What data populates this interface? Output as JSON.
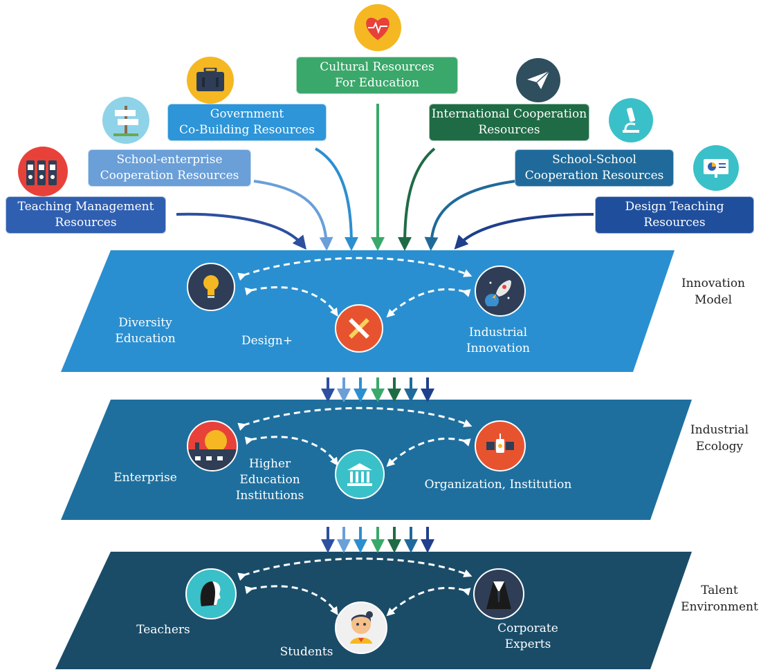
{
  "resources": {
    "teaching_management": [
      "Teaching Management",
      "Resources"
    ],
    "school_enterprise": [
      "School-enterprise",
      "Cooperation Resources"
    ],
    "government": [
      "Government",
      "Co-Building Resources"
    ],
    "cultural": [
      "Cultural Resources",
      "For Education"
    ],
    "international": [
      "International Cooperation",
      "Resources"
    ],
    "school_school": [
      "School-School",
      "Cooperation Resources"
    ],
    "design_teaching": [
      "Design Teaching",
      "Resources"
    ]
  },
  "layers": {
    "innovation": {
      "side_label": [
        "Innovation",
        "Model"
      ],
      "nodes": {
        "left": [
          "Diversity",
          "Education"
        ],
        "center": [
          "Design+"
        ],
        "right": [
          "Industrial",
          "Innovation"
        ]
      }
    },
    "ecology": {
      "side_label": [
        "Industrial",
        "Ecology"
      ],
      "nodes": {
        "left": [
          "Enterprise"
        ],
        "center": [
          "Higher",
          "Education",
          "Institutions"
        ],
        "right": [
          "Organization, Institution"
        ]
      }
    },
    "talent": {
      "side_label": [
        "Talent",
        "Environment"
      ],
      "nodes": {
        "left": [
          "Teachers"
        ],
        "center": [
          "Students"
        ],
        "right": [
          "Corporate",
          "Experts"
        ]
      }
    }
  },
  "colors": {
    "layer1": "#2a8fd0",
    "layer2": "#1e6f9e",
    "layer3": "#1a4c68",
    "box_teaching": "#2f5fb0",
    "box_school_enterprise": "#6a9fd8",
    "box_government": "#2d95d8",
    "box_cultural": "#3aa86a",
    "box_international": "#1f6b45",
    "box_school_school": "#1f6a9a",
    "box_design": "#1f4f9c",
    "arrow_dark_blue": "#2c4fa0",
    "arrow_light_blue": "#6a9fd8",
    "arrow_blue": "#2b8fcf",
    "arrow_green": "#3aa86a",
    "arrow_dark_green": "#1f6b45",
    "arrow_teal": "#1f6a9a",
    "arrow_navy": "#1f3f8c"
  },
  "icons": [
    "binders-icon",
    "signpost-icon",
    "briefcase-icon",
    "heart-pulse-icon",
    "paper-plane-icon",
    "microscope-icon",
    "presentation-icon",
    "lightbulb-icon",
    "pencil-ruler-icon",
    "rocket-icon",
    "factory-icon",
    "institution-building-icon",
    "satellite-icon",
    "teacher-profile-icon",
    "student-girl-icon",
    "business-suit-icon"
  ]
}
